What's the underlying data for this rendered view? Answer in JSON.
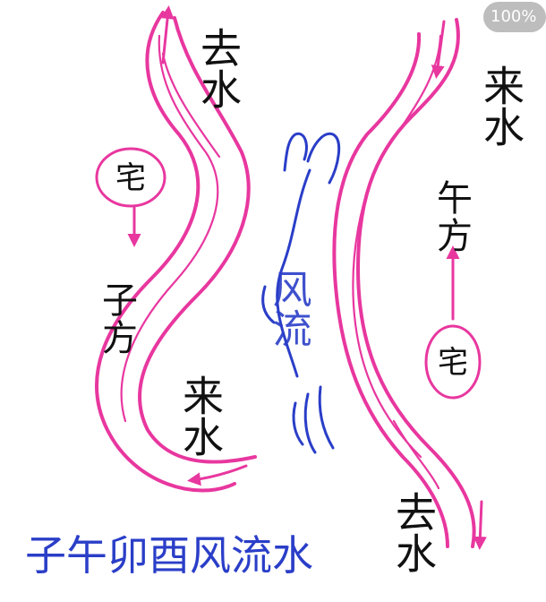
{
  "zoom_indicator": "100%",
  "labels": {
    "left_outflow": "去水",
    "right_inflow": "来水",
    "left_inflow": "来水",
    "right_outflow": "去水",
    "left_house": "宅",
    "right_house": "宅",
    "left_direction": "子方",
    "right_direction": "午方",
    "center_text": "风流",
    "caption": "子午卯酉风流水"
  },
  "colors": {
    "river": "#e8379f",
    "wind": "#2a3ec8",
    "ink": "#111111"
  }
}
